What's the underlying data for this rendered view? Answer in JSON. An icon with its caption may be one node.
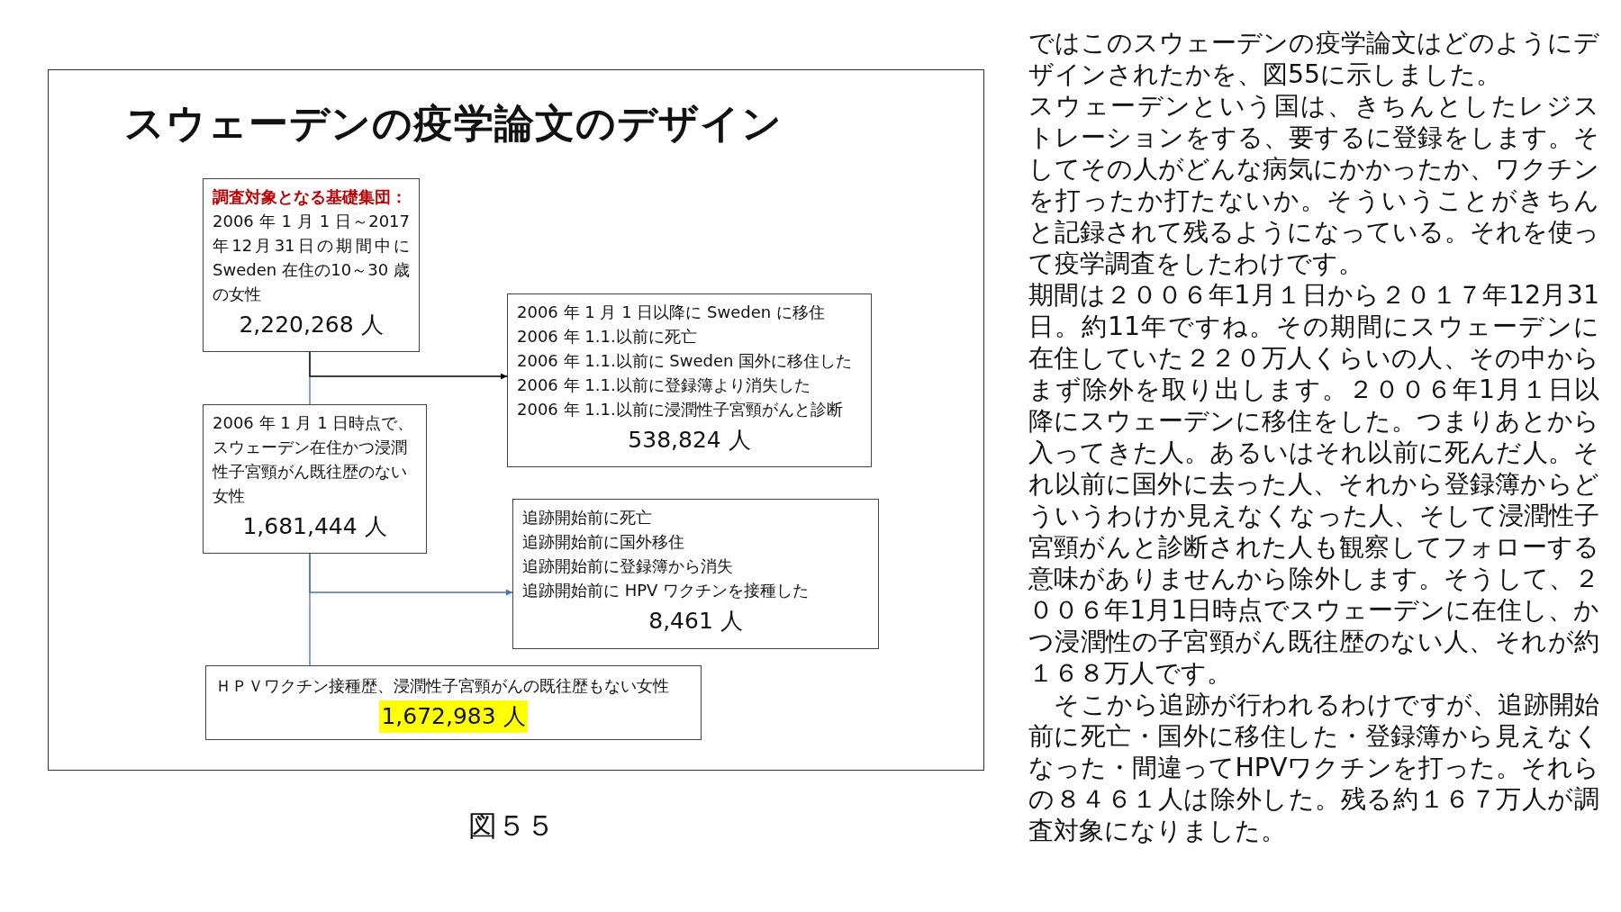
{
  "diagram": {
    "caption": "図５５",
    "nodes": [
      {
        "text": [
          "スウェーデンの疫学論文のデザイン"
        ]
      },
      {
        "text": [
          "調査対象となる基礎集団：",
          "2006 年 1 月 1 日～2017年12月31日の期間中に Sweden 在住の10～30 歳の女性",
          "2,220,268 人"
        ],
        "in": 0
      },
      {
        "text": [
          "2006 年 1 月 1 日以降に Sweden に移住",
          "2006 年 1.1.以前に死亡",
          "2006 年 1.1.以前に Sweden 国外に移住した",
          "2006 年 1.1.以前に登録簿より消失した",
          "2006 年 1.1.以前に浸潤性子宮頸がんと診断",
          "538,824 人"
        ],
        "in": 0
      },
      {
        "text": [
          "2006 年 1 月 1 日時点で、スウェーデン在住かつ浸潤性子宮頸がん既往歴のない女性",
          "1,681,444 人"
        ],
        "in": 0
      },
      {
        "text": [
          "追跡開始前に死亡",
          "追跡開始前に国外移住",
          "追跡開始前に登録簿から消失",
          "追跡開始前に HPV ワクチンを接種した",
          "8,461 人"
        ],
        "in": 0
      },
      {
        "text": [
          "ＨＰＶワクチン接種歴、浸潤性子宮頸がんの既往歴もない女性",
          "1,672,983 人"
        ],
        "in": 0
      }
    ],
    "edges": [
      {
        "from": 1,
        "to": 3,
        "arrow": "none"
      },
      {
        "from": 1,
        "to": 2,
        "arrow": "to",
        "color": "#000000"
      },
      {
        "from": 3,
        "to": 5,
        "arrow": "none"
      },
      {
        "from": 3,
        "to": 4,
        "arrow": "to"
      }
    ],
    "labels": [
      "ではこのスウェーデンの疫学論文はどのようにデザインされたかを、図55に示しました。",
      "スウェーデンという国は、きちんとしたレジストレーションをする、要するに登録をします。そしてその人がどんな病気にかかったか、ワクチンを打ったか打たないか。そういうことがきちんと記録されて残るようになっている。それを使って疫学調査をしたわけです。",
      "期間は２００６年1月１日から２０１７年12月31日。約11年ですね。その期間にスウェーデンに在住していた２２０万人くらいの人、その中からまず除外を取り出します。２００６年1月１日以降にスウェーデンに移住をした。つまりあとから入ってきた人。あるいはそれ以前に死んだ人。それ以前に国外に去った人、それから登録簿からどういうわけか見えなくなった人、そして浸潤性子宮頸がんと診断された人も観察してフォローする意味がありませんから除外します。そうして、２００６年1月1日時点でスウェーデンに在住し、かつ浸潤性の子宮頸がん既往歴のない人、それが約１６８万人です。",
      "そこから追跡が行われるわけですが、追跡開始前に死亡・国外に移住した・登録簿から見えなくなった・間違ってHPVワクチンを打った。それらの８４６１人は除外した。残る約１６７万人が調査対象になりました。"
    ]
  }
}
